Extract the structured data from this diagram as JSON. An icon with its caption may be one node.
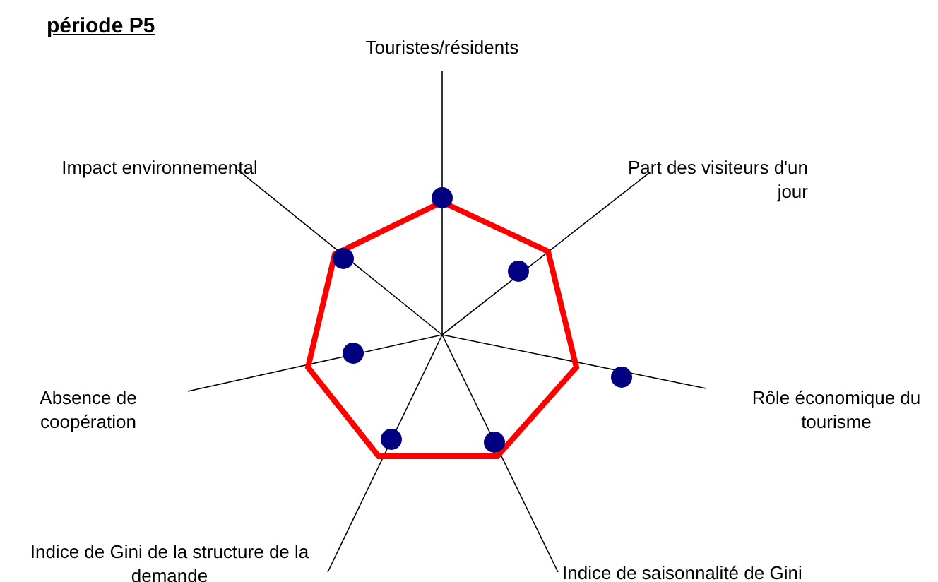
{
  "diagram": {
    "title": "période P5",
    "labels": [
      "Touristes/résidents",
      "Impact environnemental",
      "Part des visiteurs d'un jour",
      "Absence de coopération",
      "Rôle économique du tourisme",
      "Indice de Gini de la structure de la demande",
      "Indice de saisonnalité de Gini"
    ]
  }
}
